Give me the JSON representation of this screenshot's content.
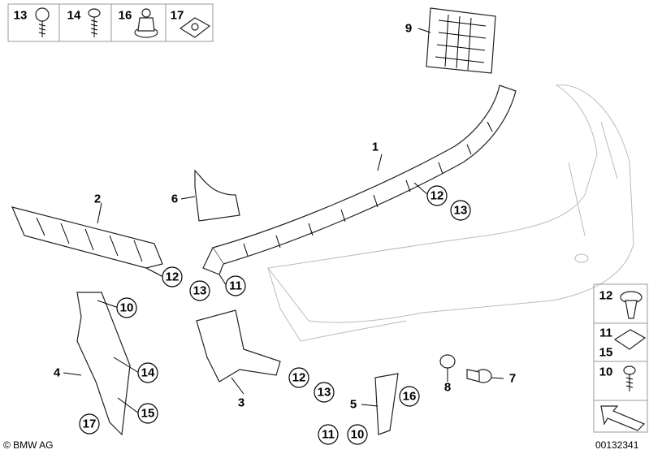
{
  "legend_top": [
    {
      "number": "13",
      "icon": "hex-screw"
    },
    {
      "number": "14",
      "icon": "pan-head-screw"
    },
    {
      "number": "16",
      "icon": "cap-nut"
    },
    {
      "number": "17",
      "icon": "clip-nut"
    }
  ],
  "legend_right": [
    {
      "numbers": [
        "12"
      ],
      "icon": "expanding-rivet"
    },
    {
      "numbers": [
        "11",
        "15"
      ],
      "icon": "clip-nut"
    },
    {
      "numbers": [
        "10"
      ],
      "icon": "screw"
    },
    {
      "numbers": [],
      "icon": "direction-arrow"
    }
  ],
  "part_labels": [
    "1",
    "2",
    "3",
    "4",
    "5",
    "6",
    "7",
    "8",
    "9"
  ],
  "callouts": [
    "12",
    "13",
    "12",
    "13",
    "11",
    "10",
    "14",
    "15",
    "17",
    "12",
    "13",
    "16",
    "11",
    "10"
  ],
  "footer": {
    "copyright": "© BMW AG",
    "diagram_number": "00132341"
  }
}
